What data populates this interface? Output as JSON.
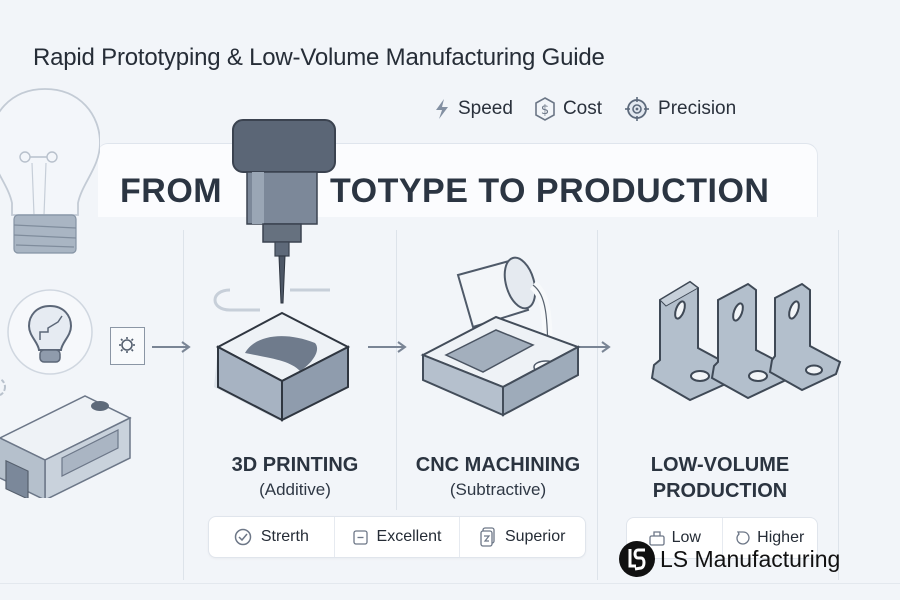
{
  "header": {
    "title": "Rapid Prototyping & Low-Volume Manufacturing Guide",
    "badges": [
      {
        "icon": "lightning-icon",
        "label": "Speed"
      },
      {
        "icon": "dollar-shield-icon",
        "label": "Cost"
      },
      {
        "icon": "crosshair-icon",
        "label": "Precision"
      }
    ]
  },
  "banner": {
    "left_text": "FROM",
    "right_text": "TOTYPE TO PRODUCTION"
  },
  "steps": [
    {
      "title": "3D PRINTING",
      "subtitle": "(Additive)",
      "illustration": "cnc-spindle-printing-block"
    },
    {
      "title": "CNC MACHINING",
      "subtitle": "(Subtractive)",
      "illustration": "pouring-mold"
    },
    {
      "title_line1": "LOW-VOLUME",
      "title_line2": "PRODUCTION",
      "illustration": "l-brackets"
    }
  ],
  "metrics_main": [
    {
      "icon": "check-circle-icon",
      "label": "Strerth"
    },
    {
      "icon": "minus-square-icon",
      "label": "Excellent"
    },
    {
      "icon": "document-stack-icon",
      "label": "Superior"
    }
  ],
  "metrics_production": [
    {
      "icon": "weight-icon",
      "label": "Low"
    },
    {
      "icon": "speech-bubble-icon",
      "label": "Higher"
    }
  ],
  "brand": {
    "name": "LS Manufacturing"
  },
  "colors": {
    "background": "#f2f5f9",
    "text_dark": "#2b3542",
    "metal": "#8e9aab",
    "metal_dark": "#5b6676"
  }
}
